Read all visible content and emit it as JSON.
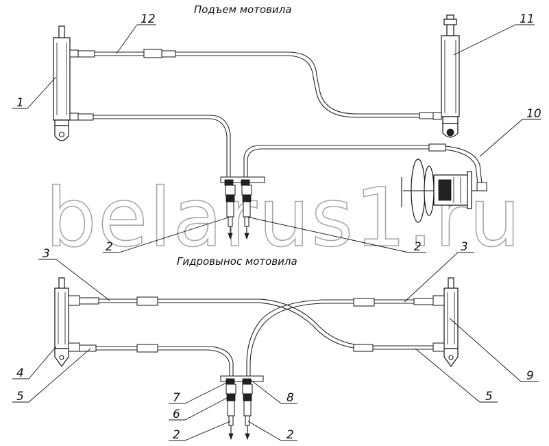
{
  "headings": {
    "reel_lift": "Подъем мотовила",
    "reel_extension": "Гидровынос мотовила"
  },
  "watermark": "belarus1.ru",
  "callouts": {
    "c1": "1",
    "c2a": "2",
    "c2b": "2",
    "c2c": "2",
    "c2d": "2",
    "c3a": "3",
    "c3b": "3",
    "c4": "4",
    "c5a": "5",
    "c5b": "5",
    "c6": "6",
    "c7": "7",
    "c8": "8",
    "c9": "9",
    "c10": "10",
    "c11": "11",
    "c12": "12"
  }
}
